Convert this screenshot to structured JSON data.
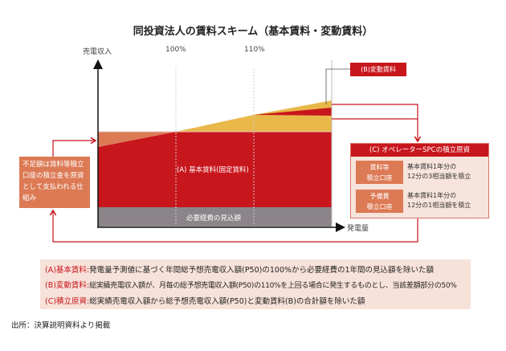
{
  "title": "同投資法人の賃料スキーム（基本賃料・変動賃料）",
  "axes": {
    "y_label": "売電収入",
    "x_label": "発電量",
    "marker_100": "100%",
    "marker_110": "110%"
  },
  "chart_labels": {
    "base_rent": "(A) 基本賃料(固定賃料)",
    "expenses": "必要経費の見込額",
    "variable_rent": "(B)変動賃料"
  },
  "left_note": "不足額は賃料等積立口座の積立金を原資として支払われる仕組み",
  "box_c": {
    "title": "(C) オペレーターSPCの積立原資",
    "accounts": [
      {
        "name_line1": "賃料等",
        "name_line2": "積立口座",
        "desc_line1": "基本賃料1年分の",
        "desc_line2": "12分の3相当額を積立"
      },
      {
        "name_line1": "予備費",
        "name_line2": "積立口座",
        "desc_line1": "基本賃料1年分の",
        "desc_line2": "12分の1相当額を積立"
      }
    ]
  },
  "legend": [
    {
      "key": "(A)基本賃料:",
      "text": "発電量予測値に基づく年間総予想売電収入額(P50)の100%から必要経費の1年間の見込額を除いた額"
    },
    {
      "key": "(B)変動賃料:",
      "text": "総実績売電収入額が、月毎の総予想売電収入額(P50)の110%を上回る場合に発生するものとし、当該差額部分の50%"
    },
    {
      "key": "(C)積立原資:",
      "text": "総実績売電収入額から総予想売電収入額(P50)と変動賃料(B)の合計額を除いた額"
    }
  ],
  "source": "出所：決算説明資料より掲載",
  "colors": {
    "red": "#c8161d",
    "yellow": "#e8b84a",
    "orange": "#dc7a55",
    "gray": "#8b8589"
  }
}
